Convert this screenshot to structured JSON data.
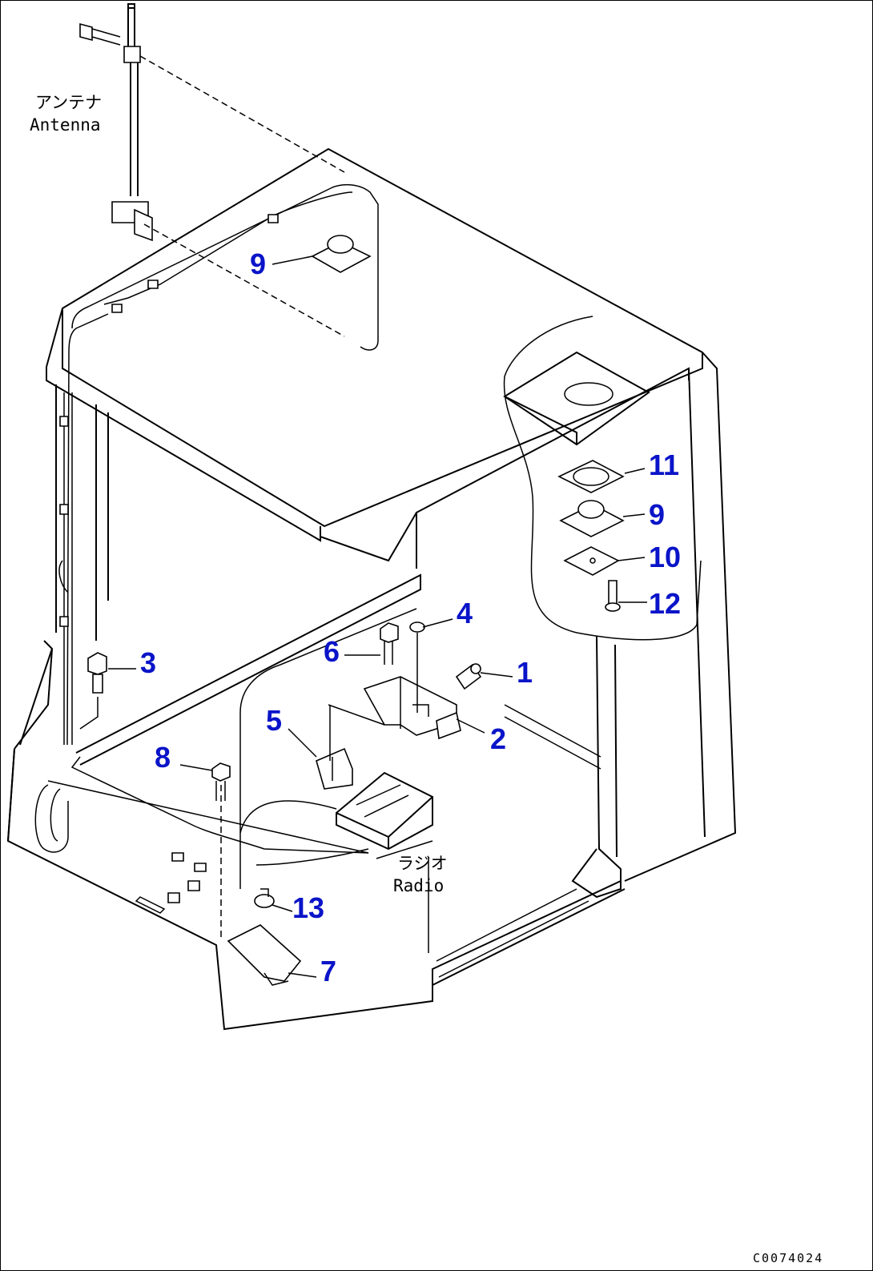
{
  "labels": {
    "antenna_jp": "アンテナ",
    "antenna_en": "Antenna",
    "radio_jp": "ラジオ",
    "radio_en": "Radio"
  },
  "callouts": {
    "c1": "1",
    "c2": "2",
    "c3": "3",
    "c4": "4",
    "c5": "5",
    "c6": "6",
    "c7": "7",
    "c8": "8",
    "c9_top": "9",
    "c9_right": "9",
    "c10": "10",
    "c11": "11",
    "c12": "12",
    "c13": "13"
  },
  "drawing_code": "C0074024",
  "colors": {
    "callout": "#0a14c8",
    "line": "#000000",
    "background": "#ffffff"
  }
}
